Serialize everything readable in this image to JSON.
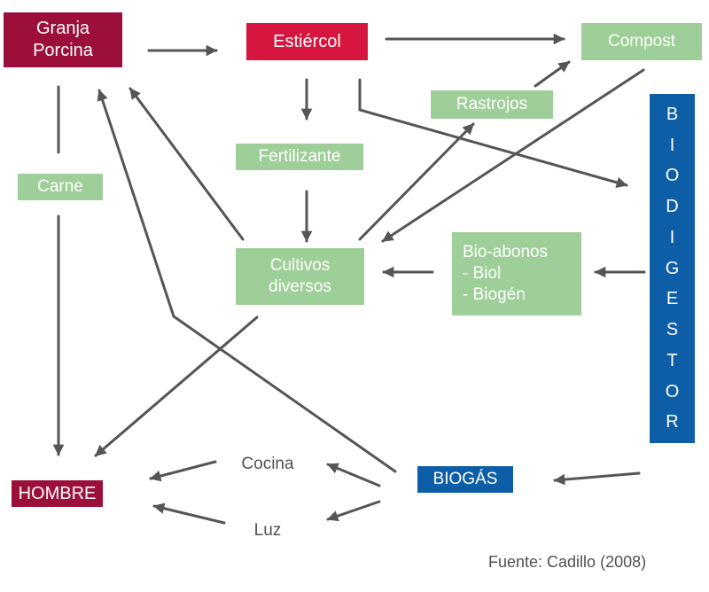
{
  "nodes": {
    "granja": "Granja\nPorcina",
    "estiercol": "Estiércol",
    "compost": "Compost",
    "rastrojos": "Rastrojos",
    "fertilizante": "Fertilizante",
    "carne": "Carne",
    "cultivos": "Cultivos\ndiversos",
    "bioabonos": "Bio-abonos\n- Biol\n- Biogén",
    "biodigestor": "BIODIGESTOR",
    "hombre": "HOMBRE",
    "cocina": "Cocina",
    "biogas": "BIOGÁS",
    "luz": "Luz"
  },
  "source": "Fuente: Cadillo (2008)",
  "colors": {
    "green": "#9fcf98",
    "dark_red": "#9c0f3a",
    "red": "#d6163e",
    "blue": "#0e5ea7",
    "arrow": "#555555"
  }
}
